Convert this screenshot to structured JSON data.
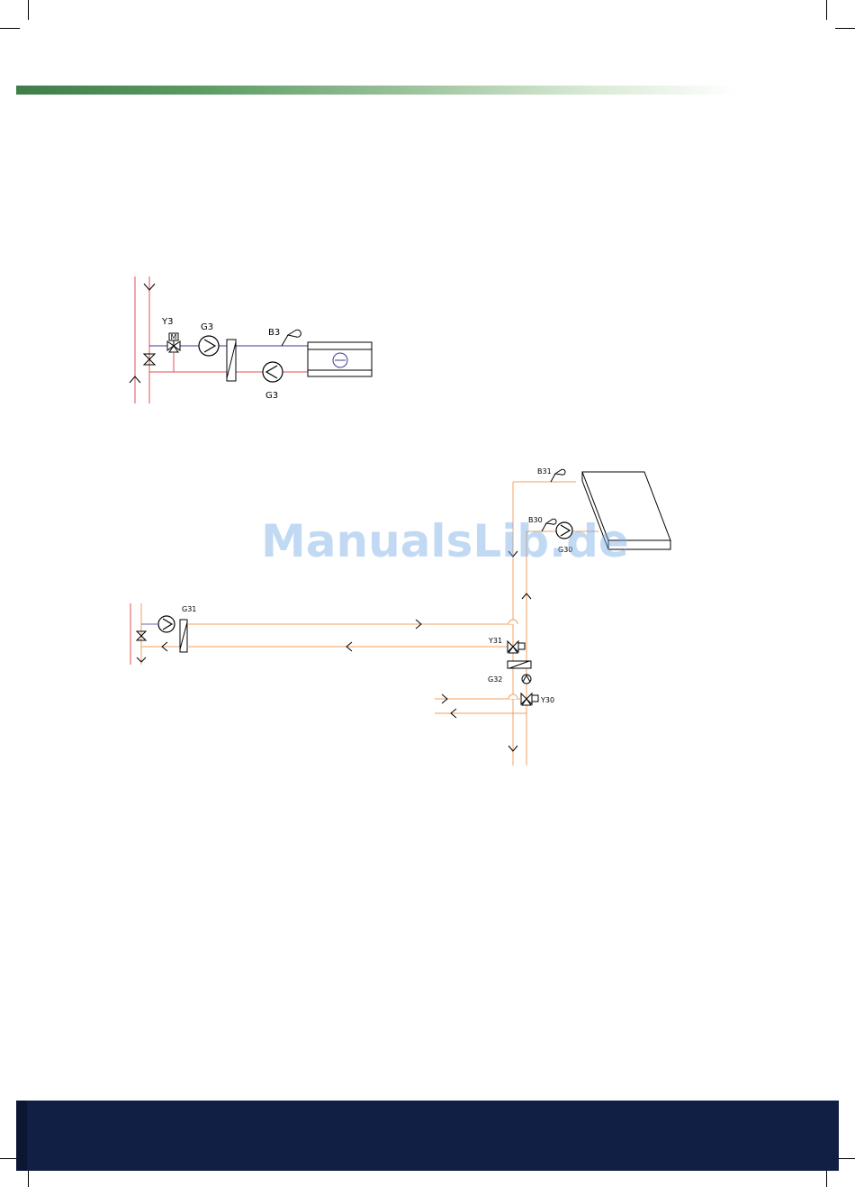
{
  "diagram1": {
    "labels": {
      "valve": "Y3",
      "pump_top": "G3",
      "sensor": "B3",
      "pump_bottom": "G3"
    }
  },
  "diagram2": {
    "labels": {
      "sensor_top": "B31",
      "sensor_mid": "B30",
      "pump_collector": "G30",
      "pump_left": "G31",
      "valve_y31": "Y31",
      "pump_g32": "G32",
      "valve_y30": "Y30"
    }
  },
  "watermark": "ManualsLib.de",
  "colors": {
    "accent_green": "#3f7d4a",
    "footer_navy": "#111f45",
    "supply_red": "#e05050",
    "return_blue": "#3a3a9a",
    "solar_orange": "#f0a060"
  }
}
